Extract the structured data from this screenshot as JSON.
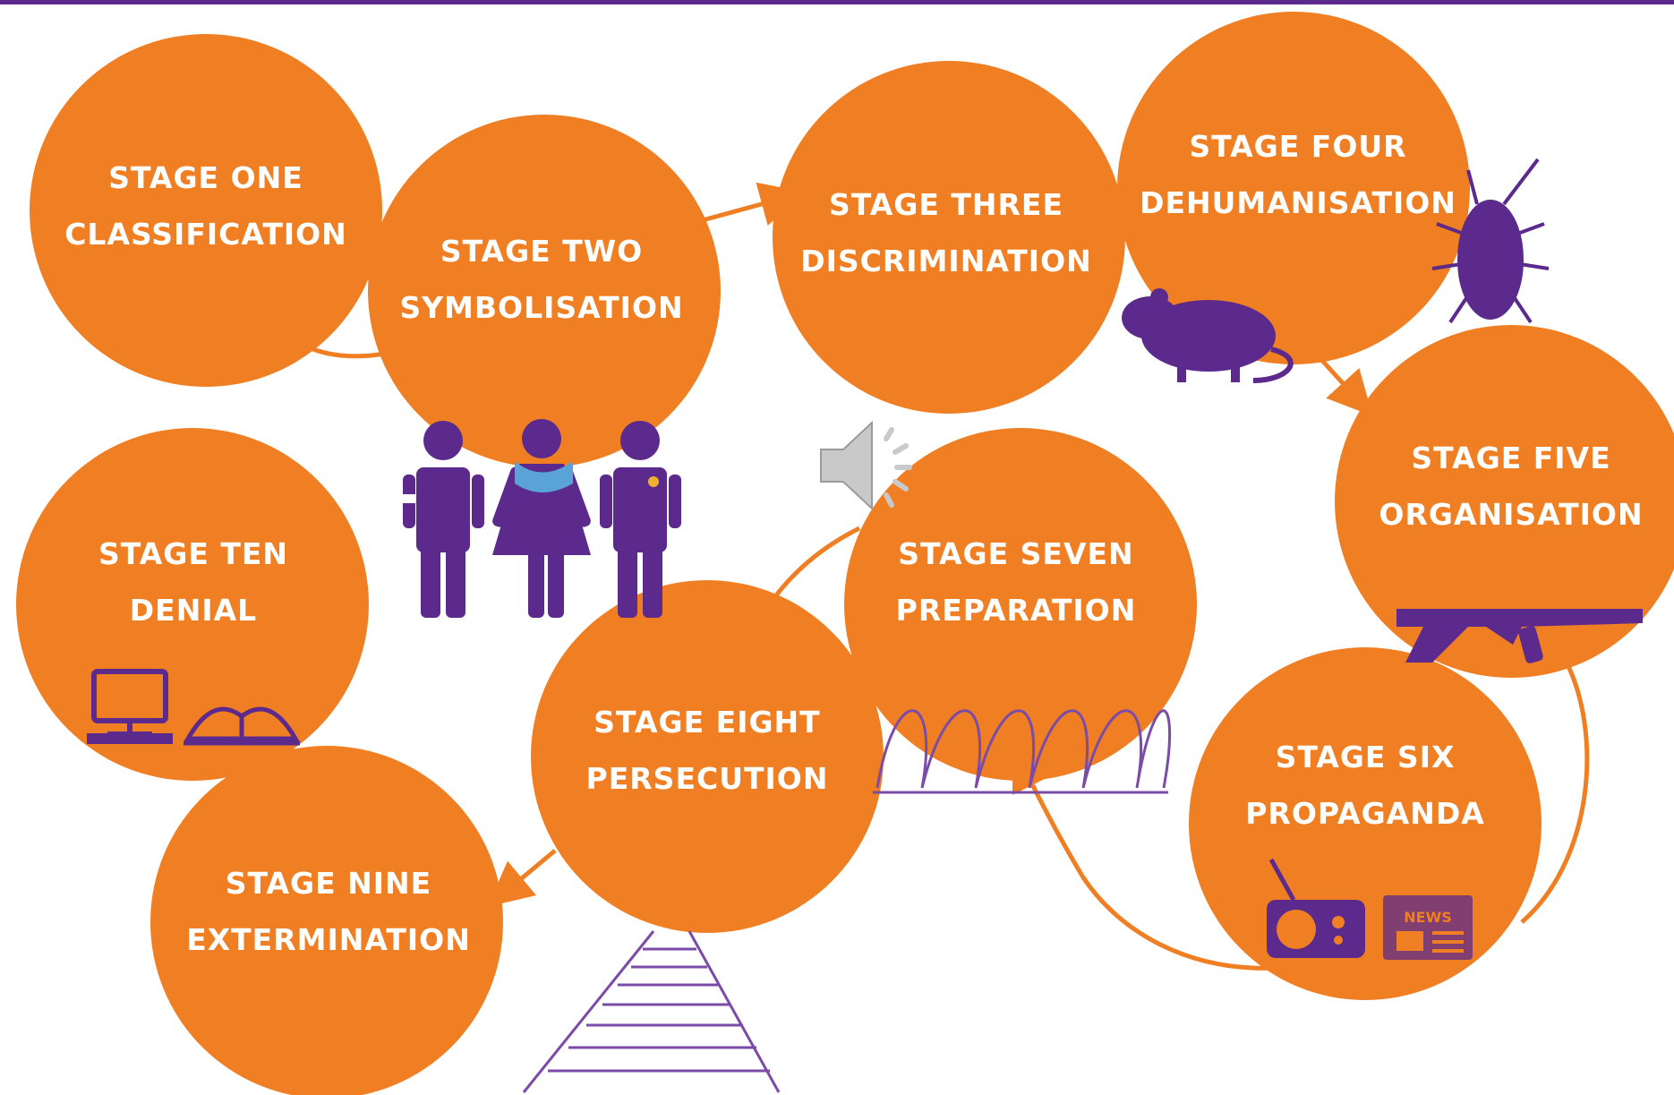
{
  "colors": {
    "circle": "#f07e23",
    "icon": "#5b2a8c",
    "arrow": "#f07e23",
    "text": "#ffffff",
    "speaker": "#c9c9c9"
  },
  "stages": [
    {
      "id": "one",
      "title": "STAGE ONE",
      "name": "CLASSIFICATION"
    },
    {
      "id": "two",
      "title": "STAGE TWO",
      "name": "SYMBOLISATION"
    },
    {
      "id": "three",
      "title": "STAGE THREE",
      "name": "DISCRIMINATION"
    },
    {
      "id": "four",
      "title": "STAGE FOUR",
      "name": "DEHUMANISATION"
    },
    {
      "id": "five",
      "title": "STAGE FIVE",
      "name": "ORGANISATION"
    },
    {
      "id": "six",
      "title": "STAGE SIX",
      "name": "PROPAGANDA"
    },
    {
      "id": "seven",
      "title": "STAGE SEVEN",
      "name": "PREPARATION"
    },
    {
      "id": "eight",
      "title": "STAGE EIGHT",
      "name": "PERSECUTION"
    },
    {
      "id": "nine",
      "title": "STAGE NINE",
      "name": "EXTERMINATION"
    },
    {
      "id": "ten",
      "title": "STAGE TEN",
      "name": "DENIAL"
    }
  ],
  "icons": {
    "two": "people-with-badges-icon",
    "four": [
      "rat-icon",
      "cockroach-icon"
    ],
    "five": "rifle-icon",
    "six": [
      "radio-icon",
      "newspaper-icon"
    ],
    "six_newspaper_text": "NEWS",
    "seven": "barbed-wire-icon",
    "eight": "railway-tracks-icon",
    "ten": [
      "computer-icon",
      "book-icon"
    ],
    "audio": "speaker-icon"
  }
}
